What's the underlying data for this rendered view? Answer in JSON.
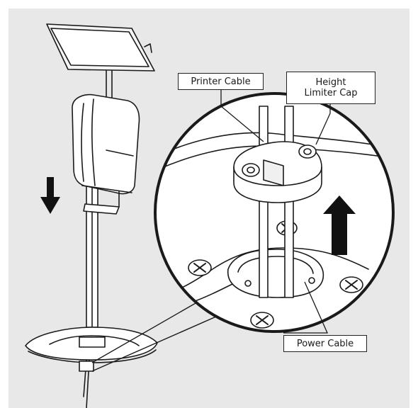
{
  "labels": {
    "printer_cable": "Printer Cable",
    "height_limiter_cap": "Height\nLimiter Cap",
    "power_cable": "Power Cable"
  },
  "colors": {
    "background": "#ffffff",
    "panel": "#e8e8e8",
    "line": "#1a1a1a",
    "fill_white": "#ffffff",
    "arrow": "#111111"
  },
  "icons": {
    "down_arrow": "arrow-down-icon",
    "up_arrow": "arrow-up-icon"
  }
}
